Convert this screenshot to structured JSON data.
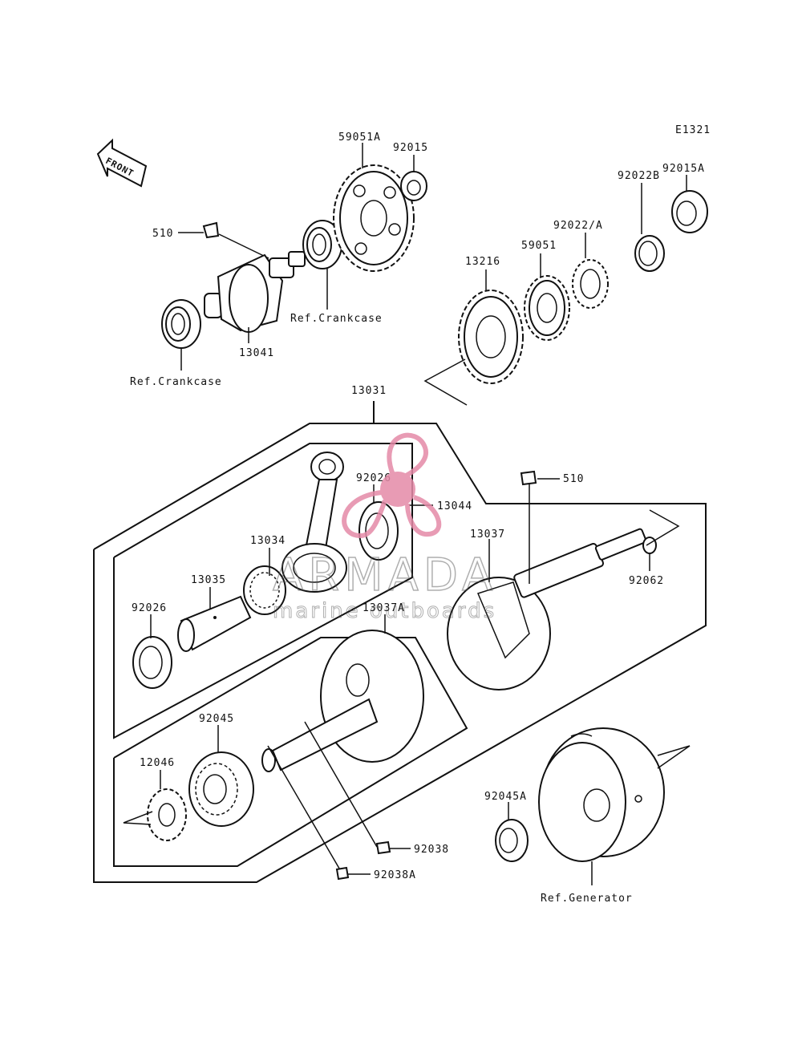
{
  "diagram_code": "E1321",
  "front_label": "FRONT",
  "labels": {
    "p59051A": "59051A",
    "p92015": "92015",
    "p92015A": "92015A",
    "p92022B": "92022B",
    "p92022A": "92022/A",
    "p59051": "59051",
    "p13216": "13216",
    "p510_top": "510",
    "p13041": "13041",
    "ref_crankcase_1": "Ref.Crankcase",
    "ref_crankcase_2": "Ref.Crankcase",
    "p13031": "13031",
    "p510_mid": "510",
    "p92026_top": "92026",
    "p13044": "13044",
    "p13034": "13034",
    "p13037": "13037",
    "p13035": "13035",
    "p92062": "92062",
    "p92026_left": "92026",
    "p13037A": "13037A",
    "p92045": "92045",
    "p12046": "12046",
    "p92045A": "92045A",
    "p92038": "92038",
    "p92038A": "92038A",
    "ref_generator": "Ref.Generator"
  },
  "watermark": {
    "brand": "ARMADA",
    "tagline": "marine outboards",
    "color": "#e58aa8"
  }
}
